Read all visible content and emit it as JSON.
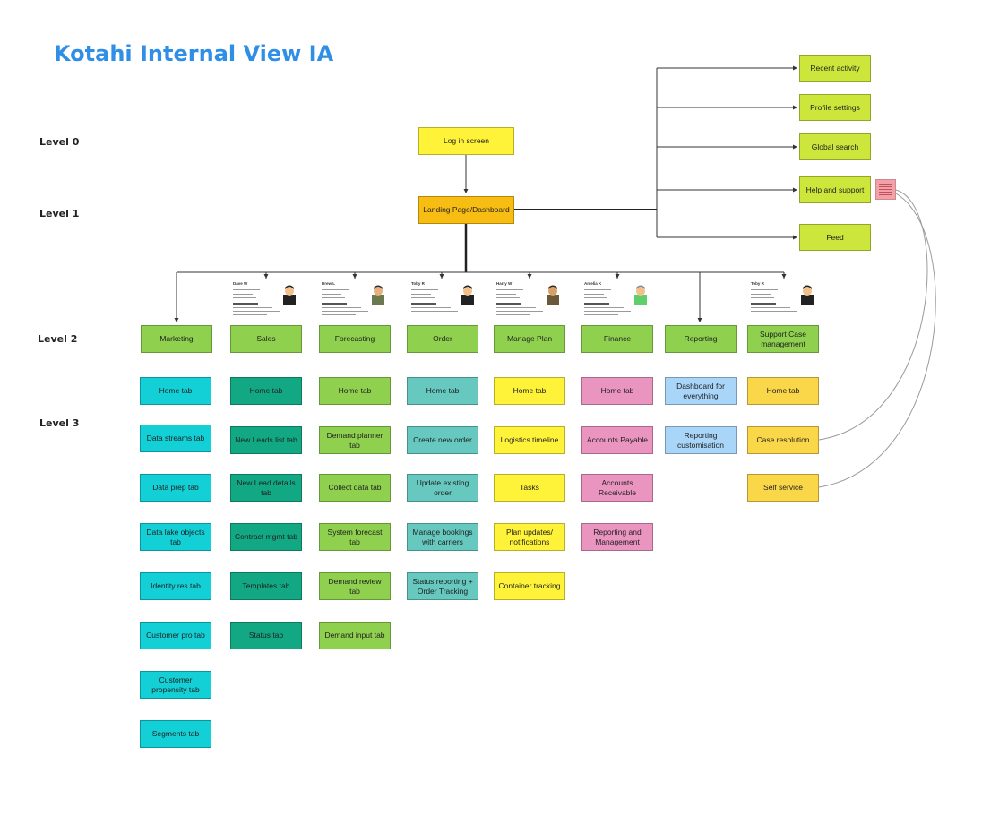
{
  "title": "Kotahi Internal View IA",
  "levels": [
    "Level 0",
    "Level 1",
    "Level 2",
    "Level 3"
  ],
  "login": "Log in screen",
  "landing": "Landing Page/Dashboard",
  "global": [
    "Recent activity",
    "Profile settings",
    "Global search",
    "Help and support",
    "Feed"
  ],
  "personas": [
    {
      "name": "Dave W"
    },
    {
      "name": "Drew L"
    },
    {
      "name": "Toby R"
    },
    {
      "name": "Harry W"
    },
    {
      "name": "Amelia K"
    },
    {
      "name": "Toby R"
    }
  ],
  "categories": [
    {
      "label": "Marketing",
      "color": "#13cfd6",
      "tabs": [
        "Home tab",
        "Data streams tab",
        "Data prep tab",
        "Data lake objects tab",
        "Identity res tab",
        "Customer pro tab",
        "Customer propensity tab",
        "Segments tab"
      ]
    },
    {
      "label": "Sales",
      "color": "#12a883",
      "tabs": [
        "Home tab",
        "New Leads list tab",
        "New Lead details tab",
        "Contract mgmt tab",
        "Templates tab",
        "Status tab"
      ]
    },
    {
      "label": "Forecasting",
      "color": "#8fd14f",
      "tabs": [
        "Home tab",
        "Demand planner tab",
        "Collect data tab",
        "System forecast tab",
        "Demand review tab",
        "Demand input tab"
      ]
    },
    {
      "label": "Order",
      "color": "#66c8bf",
      "tabs": [
        "Home tab",
        "Create new order",
        "Update existing order",
        "Manage bookings with carriers",
        "Status reporting + Order Tracking"
      ]
    },
    {
      "label": "Manage Plan",
      "color": "#fff33a",
      "tabs": [
        "Home tab",
        "Logistics timeline",
        "Tasks",
        "Plan updates/ notifications",
        "Container tracking"
      ]
    },
    {
      "label": "Finance",
      "color": "#ea94c0",
      "tabs": [
        "Home tab",
        "Accounts Payable",
        "Accounts Receivable",
        "Reporting and Management"
      ]
    },
    {
      "label": "Reporting",
      "color": "#a8d5f8",
      "tabs": [
        "Dashboard for everything",
        "Reporting customisation"
      ]
    },
    {
      "label": "Support Case management",
      "color": "#fad649",
      "tabs": [
        "Home tab",
        "Case resolution",
        "Self service"
      ]
    }
  ]
}
